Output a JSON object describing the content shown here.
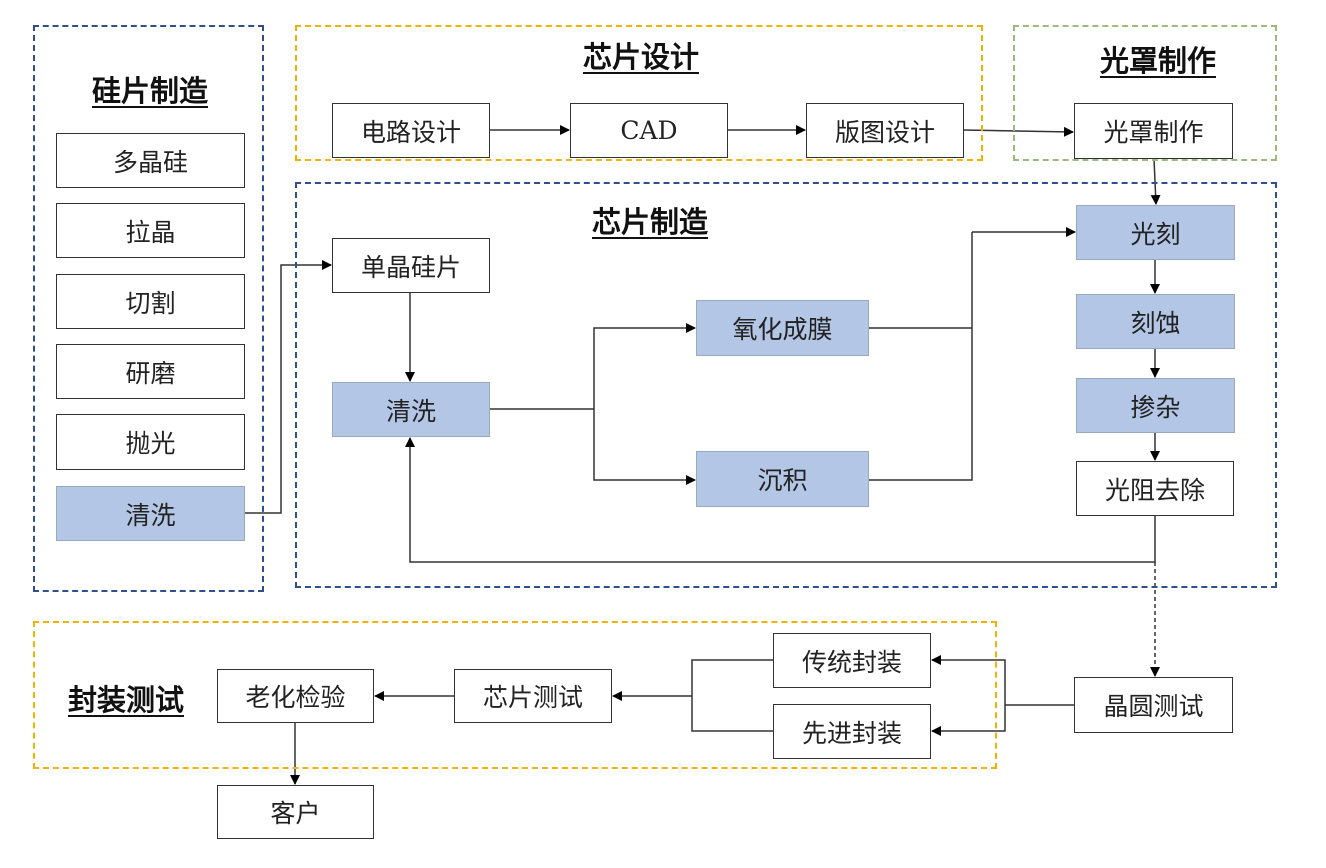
{
  "groups": {
    "wafer": {
      "title": "硅片制造",
      "color": "#2f4f8f",
      "steps": [
        "多晶硅",
        "拉晶",
        "切割",
        "研磨",
        "抛光",
        "清洗"
      ]
    },
    "design": {
      "title": "芯片设计",
      "color": "#f0b400",
      "steps": [
        "电路设计",
        "CAD",
        "版图设计"
      ]
    },
    "mask": {
      "title": "光罩制作",
      "color": "#9bbb7a",
      "steps": [
        "光罩制作"
      ]
    },
    "fab": {
      "title": "芯片制造",
      "color": "#2f4f8f",
      "steps": [
        "单晶硅片",
        "清洗",
        "氧化成膜",
        "沉积",
        "光刻",
        "刻蚀",
        "掺杂",
        "光阻去除"
      ]
    },
    "package": {
      "title": "封装测试",
      "color": "#f0b400",
      "steps": [
        "传统封装",
        "先进封装",
        "芯片测试",
        "老化检验"
      ]
    }
  },
  "outside": {
    "wafer_test": "晶圆测试",
    "customer": "客户"
  },
  "highlight_color": "#b3c6e6"
}
